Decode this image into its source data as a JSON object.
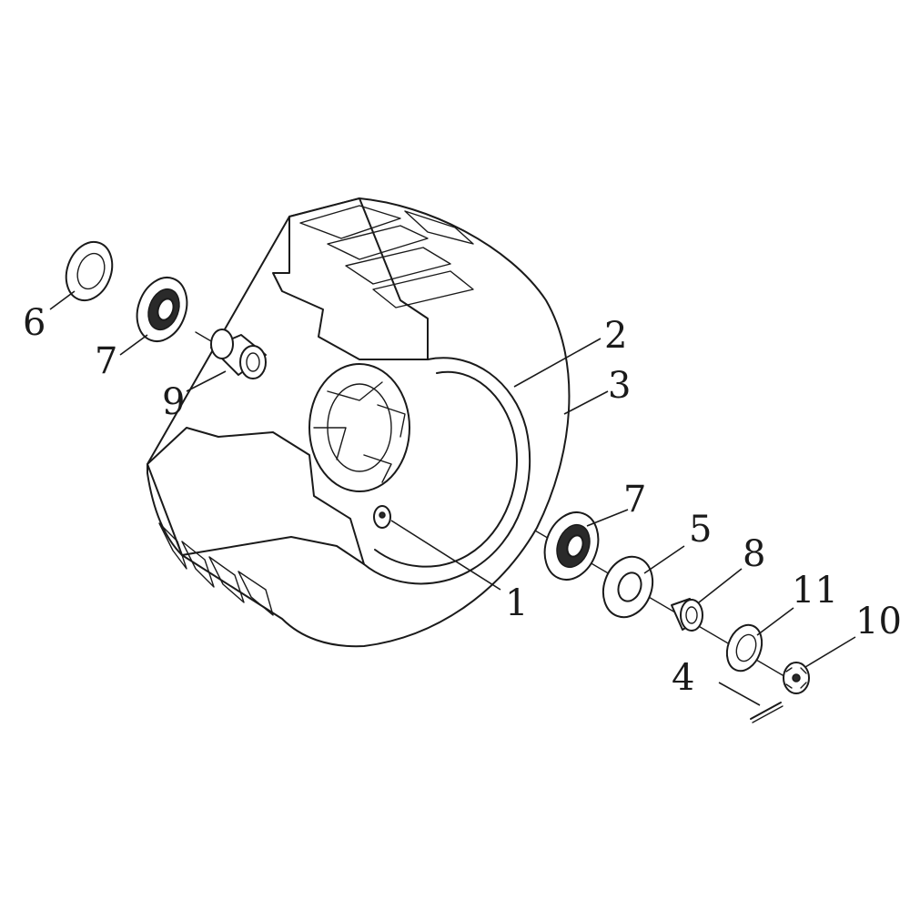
{
  "callouts": [
    {
      "id": "part-1",
      "label": "1"
    },
    {
      "id": "part-2",
      "label": "2"
    },
    {
      "id": "part-3",
      "label": "3"
    },
    {
      "id": "part-4",
      "label": "4"
    },
    {
      "id": "part-5",
      "label": "5"
    },
    {
      "id": "part-6",
      "label": "6"
    },
    {
      "id": "part-7a",
      "label": "7"
    },
    {
      "id": "part-7b",
      "label": "7"
    },
    {
      "id": "part-8",
      "label": "8"
    },
    {
      "id": "part-9",
      "label": "9"
    },
    {
      "id": "part-10",
      "label": "10"
    },
    {
      "id": "part-11",
      "label": "11"
    }
  ]
}
